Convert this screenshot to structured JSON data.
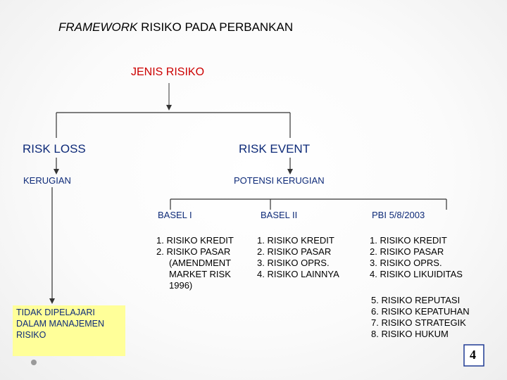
{
  "title": {
    "italic": "FRAMEWORK",
    "rest": " RISIKO PADA PERBANKAN"
  },
  "root": "JENIS RISIKO",
  "left": {
    "head": "RISK LOSS",
    "sub": "KERUGIAN",
    "box": "TIDAK DIPELAJARI DALAM MANAJEMEN RISIKO"
  },
  "right": {
    "head": "RISK EVENT",
    "sub": "POTENSI KERUGIAN",
    "columns": {
      "basel1": {
        "head": "BASEL I",
        "items": [
          "1. RISIKO KREDIT",
          "2. RISIKO PASAR"
        ],
        "cont": [
          "(AMENDMENT",
          "MARKET RISK",
          "1996)"
        ]
      },
      "basel2": {
        "head": "BASEL II",
        "items": [
          "1. RISIKO KREDIT",
          "2. RISIKO PASAR",
          "3. RISIKO OPRS.",
          "4. RISIKO LAINNYA"
        ]
      },
      "pbi": {
        "head": "PBI 5/8/2003",
        "items": [
          "1. RISIKO KREDIT",
          "2. RISIKO PASAR",
          "3. RISIKO OPRS.",
          "4. RISIKO LIKUIDITAS"
        ],
        "items2": [
          "5. RISIKO REPUTASI",
          "6. RISIKO KEPATUHAN",
          "7. RISIKO STRATEGIK",
          "8. RISIKO HUKUM"
        ]
      }
    }
  },
  "page_number": "4",
  "colors": {
    "root": "#cc0000",
    "heads": "#0d2a78",
    "box_fill": "#ffff99",
    "lines": "#333333"
  }
}
